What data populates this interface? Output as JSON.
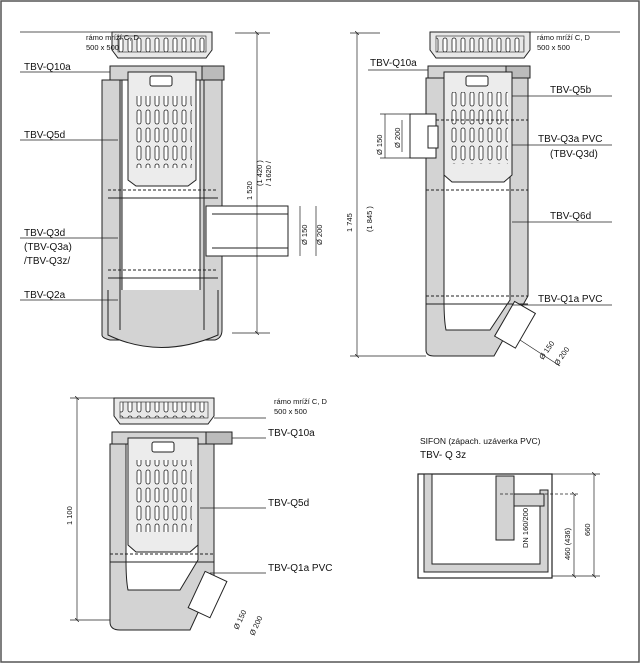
{
  "colors": {
    "body_gray": "#d3d3d3",
    "basket_gray": "#e6e6e6",
    "line": "#222222",
    "frame": "#555555",
    "background": "#ffffff"
  },
  "top_left": {
    "frame_label_1": "rámo mríží C, D",
    "frame_label_2": "500 x 500",
    "q10a": "TBV-Q10a",
    "q5d": "TBV-Q5d",
    "q3d": "TBV-Q3d",
    "q3a_paren": "(TBV-Q3a)",
    "q3z_paren": "/TBV-Q3z/",
    "q2a": "TBV-Q2a",
    "height_main": "1 520",
    "height_alt1": "(1 420 )",
    "height_alt2": "/ 1620 /",
    "dia_150": "Ø 150",
    "dia_200": "Ø 200"
  },
  "top_right": {
    "frame_label_1": "rámo mríží C, D",
    "frame_label_2": "500 x 500",
    "q10a": "TBV-Q10a",
    "q5b": "TBV-Q5b",
    "q3a_pvc": "TBV-Q3a PVC",
    "q3d_paren": "(TBV-Q3d)",
    "q6d": "TBV-Q6d",
    "q1a_pvc": "TBV-Q1a PVC",
    "height_main": "1 745",
    "height_alt": "(1 845 )",
    "dia_150": "Ø 150",
    "dia_200": "Ø 200",
    "dia_150b": "Ø 150",
    "dia_200b": "Ø 200"
  },
  "bottom_left": {
    "frame_label_1": "rámo mríží C, D",
    "frame_label_2": "500 x 500",
    "q10a": "TBV-Q10a",
    "q5d": "TBV-Q5d",
    "q1a_pvc": "TBV-Q1a PVC",
    "height": "1 100",
    "dia_150": "Ø 150",
    "dia_200": "Ø 200"
  },
  "sifon": {
    "title": "SIFON (zápach. uzáverka PVC)",
    "code": "TBV- Q 3z",
    "dn": "DN 160/200",
    "dim_460": "460 (436)",
    "dim_660": "660"
  }
}
